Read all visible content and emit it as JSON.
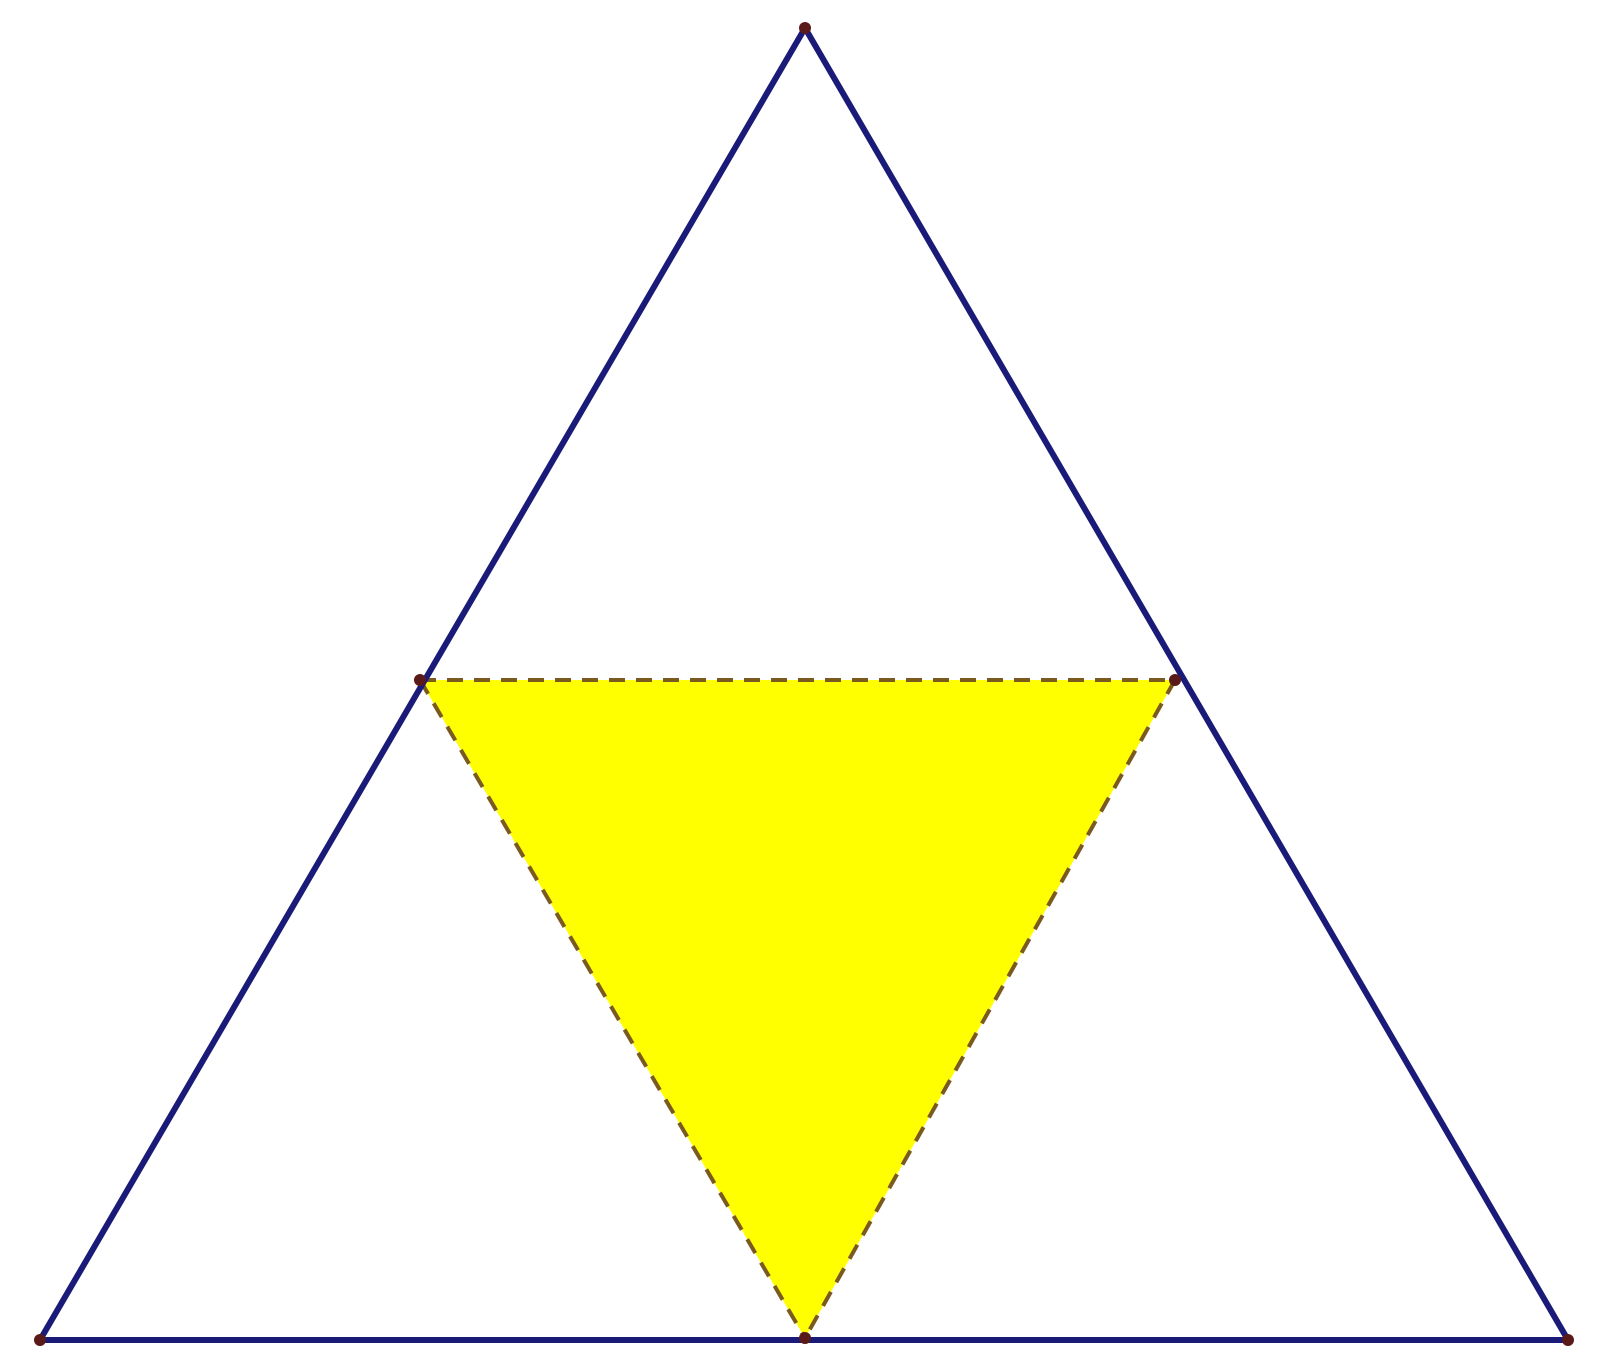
{
  "colors": {
    "background": "#ffffff",
    "outline": "#1a1a78",
    "fill": "#ffff00",
    "dash": "#7a5a1e",
    "vertex": "#5a1a1a"
  },
  "figure": {
    "outer_shape": "triangle",
    "inner_shape": "inverted-triangle",
    "inner_style": "dashed",
    "inner_fill": "yellow"
  }
}
